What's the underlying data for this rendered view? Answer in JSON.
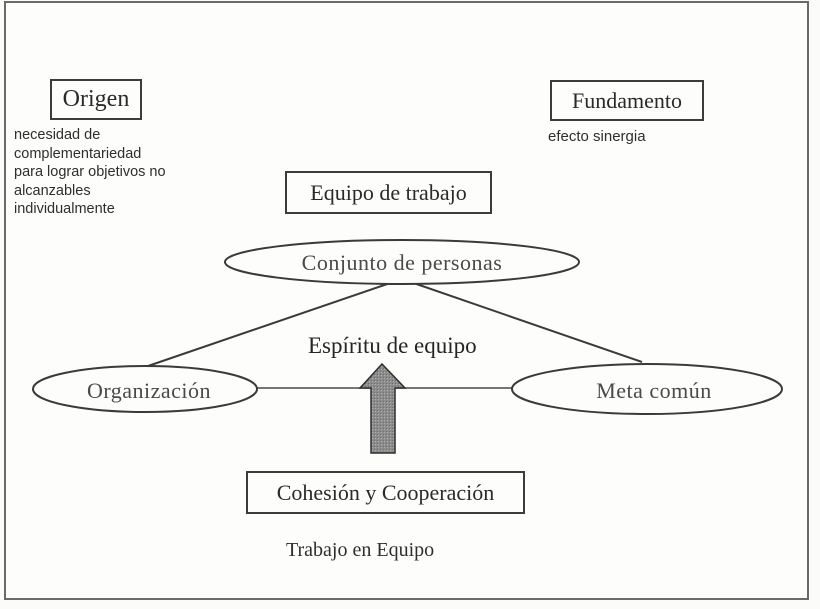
{
  "diagram": {
    "origin": {
      "title": "Origen",
      "description": [
        "necesidad de",
        "complementariedad",
        "para lograr objetivos no",
        "alcanzables",
        "individualmente"
      ]
    },
    "foundation": {
      "title": "Fundamento",
      "description": "efecto sinergia"
    },
    "team_box": "Equipo de trabajo",
    "nodes": {
      "top": "Conjunto de personas",
      "left": "Organización",
      "right": "Meta común"
    },
    "center_label": "Espíritu de equipo",
    "base_box": "Cohesión y Cooperación",
    "caption": "Trabajo en Equipo",
    "colors": {
      "line": "#3a3a3a",
      "arrow_fill": "#8a8a8a",
      "frame": "#6a6a6a"
    }
  }
}
